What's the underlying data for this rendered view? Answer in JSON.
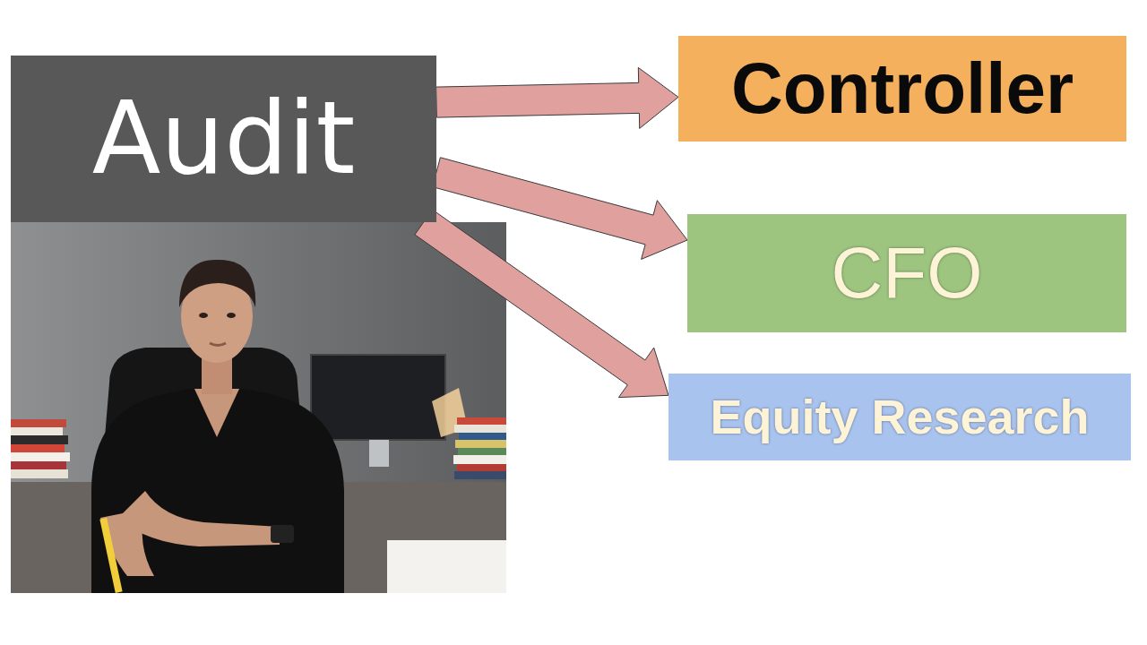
{
  "diagram": {
    "nodes": [
      {
        "text": [
          "Audit"
        ]
      },
      {
        "text": [
          "Controller"
        ]
      },
      {
        "text": [
          "CFO"
        ]
      },
      {
        "text": [
          "Equity Research"
        ]
      }
    ],
    "edges": [
      {
        "from": 0,
        "to": 1,
        "arrow": "to"
      },
      {
        "from": 0,
        "to": 2,
        "arrow": "to"
      },
      {
        "from": 0,
        "to": 3,
        "arrow": "to"
      }
    ]
  }
}
